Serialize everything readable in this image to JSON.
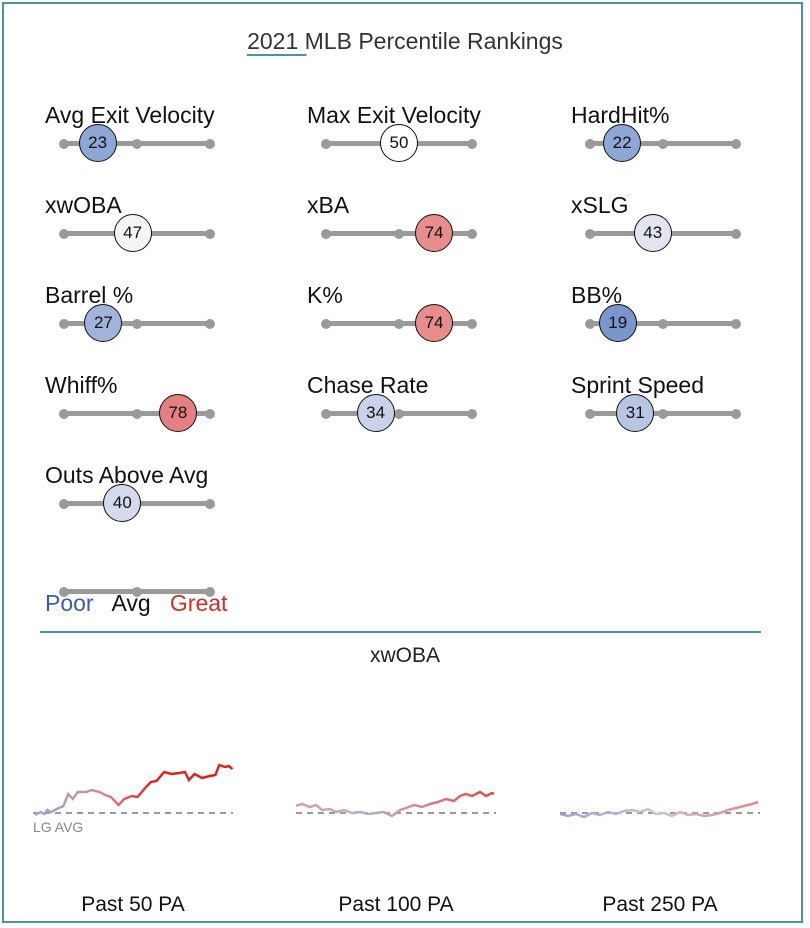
{
  "title": "2021 MLB Percentile Rankings",
  "metrics": [
    {
      "label": "Avg Exit Velocity",
      "percentile": 23,
      "color": "#8fa7d4"
    },
    {
      "label": "Max Exit Velocity",
      "percentile": 50,
      "color": "#ffffff"
    },
    {
      "label": "HardHit%",
      "percentile": 22,
      "color": "#8fa7d4"
    },
    {
      "label": "xwOBA",
      "percentile": 47,
      "color": "#f5f5f8"
    },
    {
      "label": "xBA",
      "percentile": 74,
      "color": "#e88c8c"
    },
    {
      "label": "xSLG",
      "percentile": 43,
      "color": "#e2e5f0"
    },
    {
      "label": "Barrel %",
      "percentile": 27,
      "color": "#a1b3da"
    },
    {
      "label": "K%",
      "percentile": 74,
      "color": "#e88c8c"
    },
    {
      "label": "BB%",
      "percentile": 19,
      "color": "#7b96cc"
    },
    {
      "label": "Whiff%",
      "percentile": 78,
      "color": "#e58080"
    },
    {
      "label": "Chase Rate",
      "percentile": 34,
      "color": "#c9d2e9"
    },
    {
      "label": "Sprint Speed",
      "percentile": 31,
      "color": "#b8c6e3"
    },
    {
      "label": "Outs Above Avg",
      "percentile": 40,
      "color": "#d5dbec"
    }
  ],
  "legend": {
    "poor": "Poor",
    "avg": "Avg",
    "great": "Great",
    "poor_color": "#3a5ea8",
    "great_color": "#d62b2b"
  },
  "xwoba": {
    "title": "xwOBA",
    "lg_avg": "LG AVG",
    "panels": [
      "Past 50 PA",
      "Past 100 PA",
      "Past 250 PA"
    ]
  }
}
